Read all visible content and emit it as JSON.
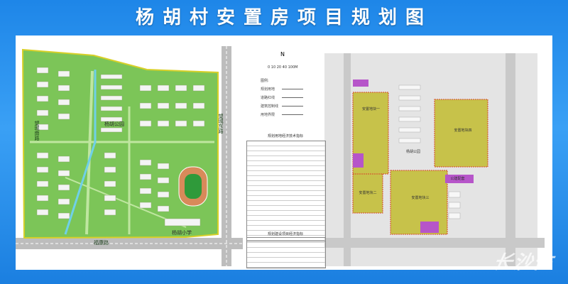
{
  "title": "杨胡村安置房项目规划图",
  "left_plan": {
    "labels": {
      "park": "杨胡公园",
      "school": "杨胡小学",
      "road_east": "望城东路",
      "road_west": "望城南路",
      "road_south": "福康路"
    }
  },
  "legend": {
    "north": "N",
    "scale_text": "0 10 20 40 100M",
    "items": [
      {
        "label": "图例:"
      },
      {
        "label": "规划用地"
      },
      {
        "label": "道路红线"
      },
      {
        "label": "建筑控制线"
      },
      {
        "label": "用地界限"
      }
    ],
    "table1_title": "规划用地经济技术指标",
    "table2_title": "规划建设项目经济指标"
  },
  "right_plan": {
    "labels": {
      "plot1": "安置地块一",
      "plot2": "安置地块二",
      "plot3": "安置地块三",
      "plot4": "安置地块四",
      "park": "杨胡公园",
      "service": "公建配套"
    }
  },
  "watermark": "长沙住"
}
